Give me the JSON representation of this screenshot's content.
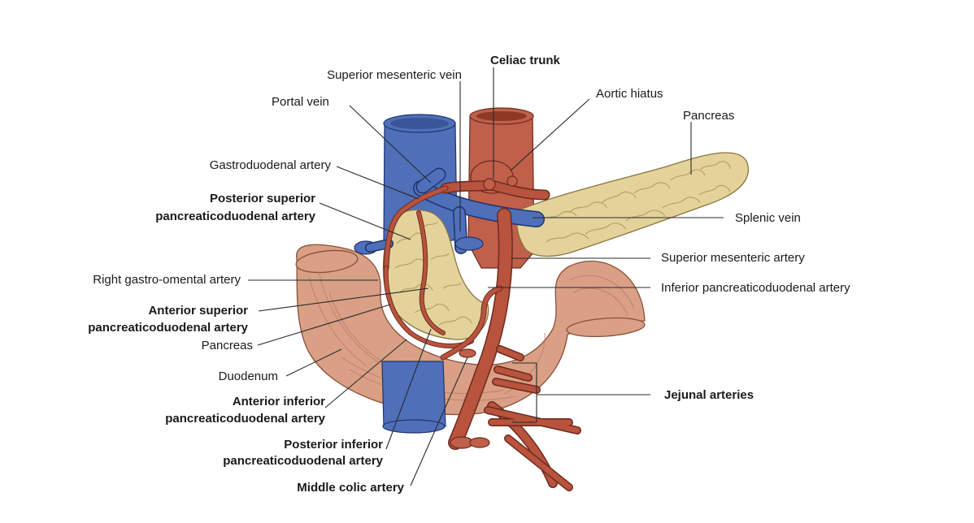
{
  "labels": {
    "superior_mesenteric_vein": "Superior mesenteric vein",
    "celiac_trunk": "Celiac trunk",
    "portal_vein": "Portal vein",
    "aortic_hiatus": "Aortic hiatus",
    "pancreas_top": "Pancreas",
    "gastroduodenal_artery": "Gastroduodenal artery",
    "posterior_superior_pd_artery_1": "Posterior superior",
    "posterior_superior_pd_artery_2": "pancreaticoduodenal artery",
    "splenic_vein": "Splenic vein",
    "superior_mesenteric_artery": "Superior mesenteric artery",
    "right_gastro_omental_artery": "Right gastro-omental artery",
    "inferior_pd_artery": "Inferior pancreaticoduodenal artery",
    "anterior_superior_pd_artery_1": "Anterior superior",
    "anterior_superior_pd_artery_2": "pancreaticoduodenal artery",
    "pancreas_left": "Pancreas",
    "duodenum": "Duodenum",
    "jejunal_arteries": "Jejunal arteries",
    "anterior_inferior_pd_artery_1": "Anterior inferior",
    "anterior_inferior_pd_artery_2": "pancreaticoduodenal artery",
    "posterior_inferior_pd_artery_1": "Posterior inferior",
    "posterior_inferior_pd_artery_2": "pancreaticoduodenal artery",
    "middle_colic_artery": "Middle colic artery"
  },
  "colors": {
    "artery": "#c0604a",
    "vein": "#4f6fb8",
    "pancreas": "#e3d39a",
    "duodenum": "#d9a085"
  }
}
